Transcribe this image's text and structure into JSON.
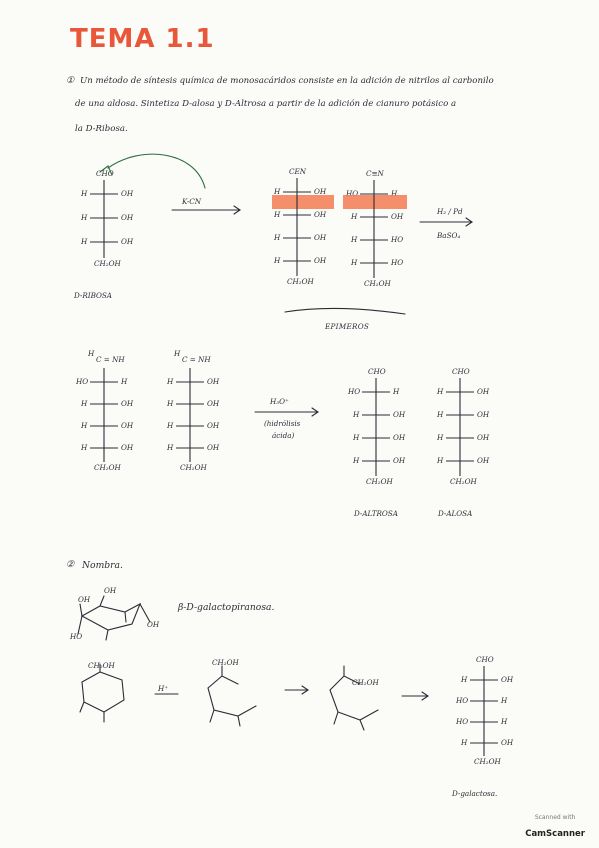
{
  "title": "TEMA 1.1",
  "q1": {
    "number": "①",
    "line1": "Un método de síntesis química de monosacáridos consiste en la adición de nitrilos al carbonilo",
    "line2": "de una aldosa. Sintetiza D-alosa y D-Altrosa a partir de la adición de cianuro potásico a",
    "line3": "la D-Ribosa."
  },
  "ribose": {
    "top": "CHO",
    "rows": [
      [
        "H",
        "OH"
      ],
      [
        "H",
        "OH"
      ],
      [
        "H",
        "OH"
      ]
    ],
    "bottom": "CH₂OH",
    "name": "D-RIBOSA"
  },
  "reagent_kcn": "K-CN",
  "cyanohydrin1": {
    "top": "CEN",
    "rows": [
      [
        "H",
        "OH"
      ],
      [
        "H",
        "OH"
      ],
      [
        "H",
        "OH"
      ],
      [
        "H",
        "OH"
      ]
    ],
    "bottom": "CH₂OH"
  },
  "cyanohydrin2": {
    "top": "C≡N",
    "rows": [
      [
        "HO",
        "H"
      ],
      [
        "H",
        "OH"
      ],
      [
        "H",
        "HO"
      ],
      [
        "H",
        "HO"
      ]
    ],
    "bottom": "CH₂OH"
  },
  "epimers": "EPIMEROS",
  "reagent_h2": "H₂ / Pd",
  "reagent_baso4": "BaSO₄",
  "imine1": {
    "top": "H",
    "top2": "C = NH",
    "rows": [
      [
        "HO",
        "H"
      ],
      [
        "H",
        "OH"
      ],
      [
        "H",
        "OH"
      ],
      [
        "H",
        "OH"
      ]
    ],
    "bottom": "CH₂OH"
  },
  "imine2": {
    "top": "H",
    "top2": "C = NH",
    "rows": [
      [
        "H",
        "OH"
      ],
      [
        "H",
        "OH"
      ],
      [
        "H",
        "OH"
      ],
      [
        "H",
        "OH"
      ]
    ],
    "bottom": "CH₂OH"
  },
  "reagent_h3o": "H₃O⁺",
  "reagent_hydrolysis": "(hidrólisis",
  "reagent_acid": "ácida)",
  "altrose": {
    "top": "CHO",
    "rows": [
      [
        "HO",
        "H"
      ],
      [
        "H",
        "OH"
      ],
      [
        "H",
        "OH"
      ],
      [
        "H",
        "OH"
      ]
    ],
    "bottom": "CH₂OH",
    "name": "D-ALTROSA"
  },
  "allose": {
    "top": "CHO",
    "rows": [
      [
        "H",
        "OH"
      ],
      [
        "H",
        "OH"
      ],
      [
        "H",
        "OH"
      ],
      [
        "H",
        "OH"
      ]
    ],
    "bottom": "CH₂OH",
    "name": "D-ALOSA"
  },
  "q2": {
    "number": "②",
    "heading": "Nombra."
  },
  "pyranose_label": "β-D-galactopiranosa.",
  "pyranose_oh1": "OH",
  "pyranose_oh2": "OH",
  "pyranose_oh3": "OH",
  "pyranose_oh4": "HO",
  "haworth": {
    "ch2oh1": "CH₂OH",
    "ch2oh2": "CH₂OH",
    "ch2oh3": "CH₂OH",
    "hplus": "H⁺"
  },
  "galactose": {
    "top": "CHO",
    "rows": [
      [
        "H",
        "OH"
      ],
      [
        "HO",
        "H"
      ],
      [
        "HO",
        "H"
      ],
      [
        "H",
        "OH"
      ]
    ],
    "bottom": "CH₂OH",
    "name": "D-galactosa."
  },
  "footer": {
    "scanned": "Scanned with",
    "brand": "CamScanner"
  }
}
